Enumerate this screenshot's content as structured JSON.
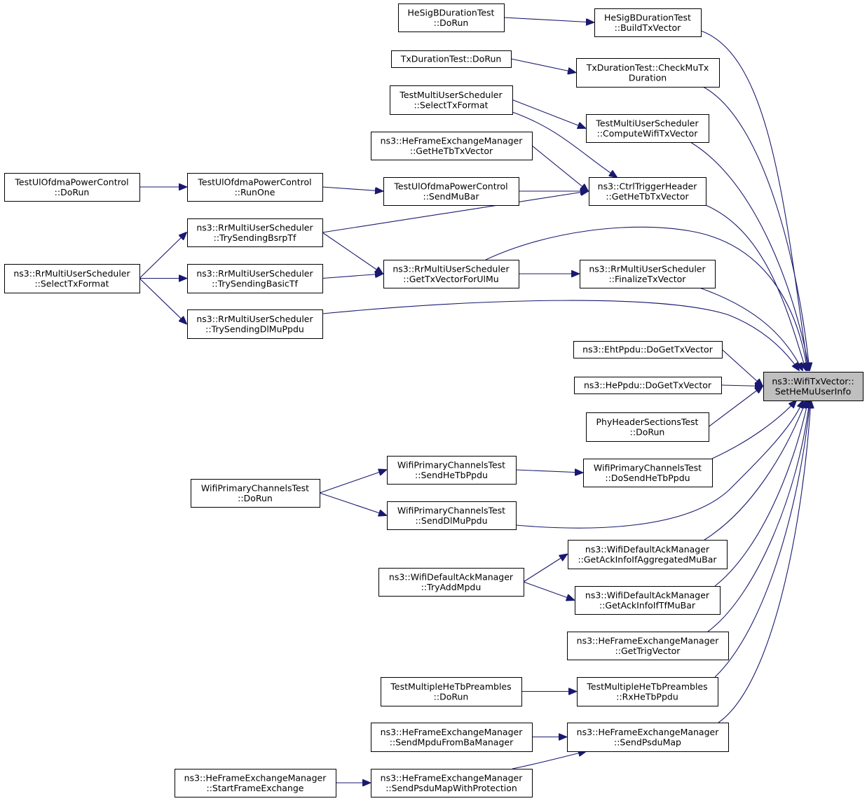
{
  "graph": {
    "type": "caller-graph",
    "colors": {
      "edge": "#191970",
      "root_fill": "#bfbfbf",
      "node_fill": "#ffffff",
      "node_border": "#000000"
    },
    "nodes": [
      {
        "id": "root",
        "lines": [
          "ns3::WifiTxVector::",
          "SetHeMuUserInfo"
        ]
      },
      {
        "id": "n1",
        "lines": [
          "HeSigBDurationTest",
          "::BuildTxVector"
        ]
      },
      {
        "id": "n1a",
        "lines": [
          "HeSigBDurationTest",
          "::DoRun"
        ]
      },
      {
        "id": "n2",
        "lines": [
          "TxDurationTest::CheckMuTx",
          "Duration"
        ]
      },
      {
        "id": "n2a",
        "lines": [
          "TxDurationTest::DoRun"
        ]
      },
      {
        "id": "n3",
        "lines": [
          "TestMultiUserScheduler",
          "::ComputeWifiTxVector"
        ]
      },
      {
        "id": "n3a",
        "lines": [
          "TestMultiUserScheduler",
          "::SelectTxFormat"
        ]
      },
      {
        "id": "n4",
        "lines": [
          "ns3::CtrlTriggerHeader",
          "::GetHeTbTxVector"
        ]
      },
      {
        "id": "n4a",
        "lines": [
          "ns3::HeFrameExchangeManager",
          "::GetHeTbTxVector"
        ]
      },
      {
        "id": "n4b",
        "lines": [
          "TestUlOfdmaPowerControl",
          "::SendMuBar"
        ]
      },
      {
        "id": "n4b1",
        "lines": [
          "TestUlOfdmaPowerControl",
          "::RunOne"
        ]
      },
      {
        "id": "n4b2",
        "lines": [
          "TestUlOfdmaPowerControl",
          "::DoRun"
        ]
      },
      {
        "id": "n5",
        "lines": [
          "ns3::RrMultiUserScheduler",
          "::TrySendingBsrpTf"
        ]
      },
      {
        "id": "n5s",
        "lines": [
          "ns3::RrMultiUserScheduler",
          "::SelectTxFormat"
        ]
      },
      {
        "id": "n6",
        "lines": [
          "ns3::RrMultiUserScheduler",
          "::GetTxVectorForUlMu"
        ]
      },
      {
        "id": "n6f",
        "lines": [
          "ns3::RrMultiUserScheduler",
          "::FinalizeTxVector"
        ]
      },
      {
        "id": "n7",
        "lines": [
          "ns3::RrMultiUserScheduler",
          "::TrySendingBasicTf"
        ]
      },
      {
        "id": "n8",
        "lines": [
          "ns3::RrMultiUserScheduler",
          "::TrySendingDlMuPpdu"
        ]
      },
      {
        "id": "n9",
        "lines": [
          "ns3::EhtPpdu::DoGetTxVector"
        ]
      },
      {
        "id": "n10",
        "lines": [
          "ns3::HePpdu::DoGetTxVector"
        ]
      },
      {
        "id": "n11",
        "lines": [
          "PhyHeaderSectionsTest",
          "::DoRun"
        ]
      },
      {
        "id": "n12",
        "lines": [
          "WifiPrimaryChannelsTest",
          "::DoSendHeTbPpdu"
        ]
      },
      {
        "id": "n12a",
        "lines": [
          "WifiPrimaryChannelsTest",
          "::SendHeTbPpdu"
        ]
      },
      {
        "id": "n12r",
        "lines": [
          "WifiPrimaryChannelsTest",
          "::DoRun"
        ]
      },
      {
        "id": "n13",
        "lines": [
          "WifiPrimaryChannelsTest",
          "::SendDlMuPpdu"
        ]
      },
      {
        "id": "n14",
        "lines": [
          "ns3::WifiDefaultAckManager",
          "::GetAckInfoIfAggregatedMuBar"
        ]
      },
      {
        "id": "n14a",
        "lines": [
          "ns3::WifiDefaultAckManager",
          "::TryAddMpdu"
        ]
      },
      {
        "id": "n15",
        "lines": [
          "ns3::WifiDefaultAckManager",
          "::GetAckInfoIfTfMuBar"
        ]
      },
      {
        "id": "n16",
        "lines": [
          "ns3::HeFrameExchangeManager",
          "::GetTrigVector"
        ]
      },
      {
        "id": "n17",
        "lines": [
          "TestMultipleHeTbPreambles",
          "::RxHeTbPpdu"
        ]
      },
      {
        "id": "n17a",
        "lines": [
          "TestMultipleHeTbPreambles",
          "::DoRun"
        ]
      },
      {
        "id": "n18",
        "lines": [
          "ns3::HeFrameExchangeManager",
          "::SendPsduMap"
        ]
      },
      {
        "id": "n18a",
        "lines": [
          "ns3::HeFrameExchangeManager",
          "::SendMpduFromBaManager"
        ]
      },
      {
        "id": "n18b",
        "lines": [
          "ns3::HeFrameExchangeManager",
          "::SendPsduMapWithProtection"
        ]
      },
      {
        "id": "n18b1",
        "lines": [
          "ns3::HeFrameExchangeManager",
          "::StartFrameExchange"
        ]
      }
    ],
    "edges": [
      {
        "from": "n1",
        "to": "root"
      },
      {
        "from": "n1a",
        "to": "n1"
      },
      {
        "from": "n2",
        "to": "root"
      },
      {
        "from": "n2a",
        "to": "n2"
      },
      {
        "from": "n3",
        "to": "root"
      },
      {
        "from": "n3a",
        "to": "n3"
      },
      {
        "from": "n3a",
        "to": "n4"
      },
      {
        "from": "n4",
        "to": "root"
      },
      {
        "from": "n4a",
        "to": "n4"
      },
      {
        "from": "n4b",
        "to": "n4"
      },
      {
        "from": "n5",
        "to": "n4"
      },
      {
        "from": "n4b1",
        "to": "n4b"
      },
      {
        "from": "n4b2",
        "to": "n4b1"
      },
      {
        "from": "n5s",
        "to": "n5"
      },
      {
        "from": "n5s",
        "to": "n7"
      },
      {
        "from": "n5s",
        "to": "n8"
      },
      {
        "from": "n5",
        "to": "n6"
      },
      {
        "from": "n7",
        "to": "n6"
      },
      {
        "from": "n6",
        "to": "root"
      },
      {
        "from": "n6",
        "to": "n6f"
      },
      {
        "from": "n6f",
        "to": "root"
      },
      {
        "from": "n8",
        "to": "root"
      },
      {
        "from": "n9",
        "to": "root"
      },
      {
        "from": "n10",
        "to": "root"
      },
      {
        "from": "n11",
        "to": "root"
      },
      {
        "from": "n12",
        "to": "root"
      },
      {
        "from": "n12a",
        "to": "n12"
      },
      {
        "from": "n12r",
        "to": "n12a"
      },
      {
        "from": "n12r",
        "to": "n13"
      },
      {
        "from": "n13",
        "to": "root"
      },
      {
        "from": "n14",
        "to": "root"
      },
      {
        "from": "n14a",
        "to": "n14"
      },
      {
        "from": "n14a",
        "to": "n15"
      },
      {
        "from": "n15",
        "to": "root"
      },
      {
        "from": "n16",
        "to": "root"
      },
      {
        "from": "n17",
        "to": "root"
      },
      {
        "from": "n17a",
        "to": "n17"
      },
      {
        "from": "n18",
        "to": "root"
      },
      {
        "from": "n18a",
        "to": "n18"
      },
      {
        "from": "n18b",
        "to": "n18"
      },
      {
        "from": "n18b1",
        "to": "n18b"
      }
    ]
  }
}
